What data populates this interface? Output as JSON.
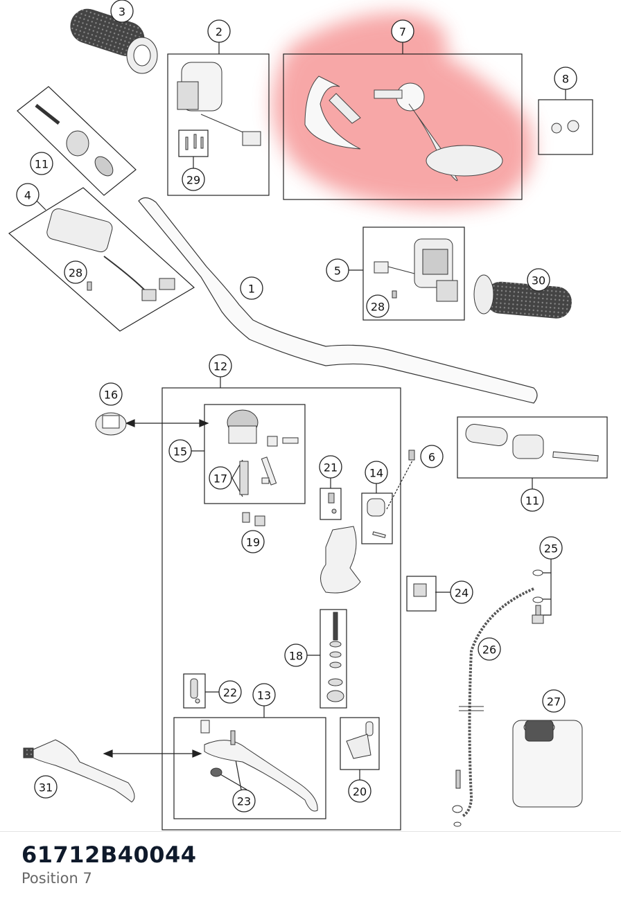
{
  "diagram": {
    "callouts": {
      "c1": "1",
      "c2": "2",
      "c3": "3",
      "c4": "4",
      "c5": "5",
      "c6": "6",
      "c7": "7",
      "c8": "8",
      "c11a": "11",
      "c11b": "11",
      "c12": "12",
      "c13": "13",
      "c14": "14",
      "c15": "15",
      "c16": "16",
      "c17": "17",
      "c18": "18",
      "c19": "19",
      "c20": "20",
      "c21": "21",
      "c22": "22",
      "c23": "23",
      "c24": "24",
      "c25": "25",
      "c26": "26",
      "c27": "27",
      "c28a": "28",
      "c28b": "28",
      "c29": "29",
      "c30": "30",
      "c31": "31"
    },
    "highlight_color": "#f26d6d"
  },
  "footer": {
    "part_number": "61712B40044",
    "position_label": "Position 7"
  }
}
